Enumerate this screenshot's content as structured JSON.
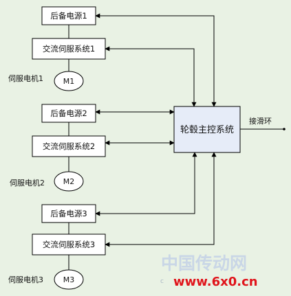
{
  "units": [
    {
      "power": "后备电源1",
      "servo": "交流伺服系统1",
      "motor_label": "伺服电机1",
      "motor": "M1"
    },
    {
      "power": "后备电源2",
      "servo": "交流伺服系统2",
      "motor_label": "伺服电机2",
      "motor": "M2"
    },
    {
      "power": "后备电源3",
      "servo": "交流伺服系统3",
      "motor_label": "伺服电机3",
      "motor": "M3"
    }
  ],
  "main_controller": "轮毂主控系统",
  "slip_ring": "接滑环",
  "watermark": {
    "text": "中国传动网",
    "url": "www.6x0.cn",
    "small": "c",
    "color": "#e0141b"
  },
  "colors": {
    "background": "#e9f2e4",
    "controller_fill": "#e6ecf8",
    "box_fill": "#ffffff",
    "line": "#000000"
  }
}
